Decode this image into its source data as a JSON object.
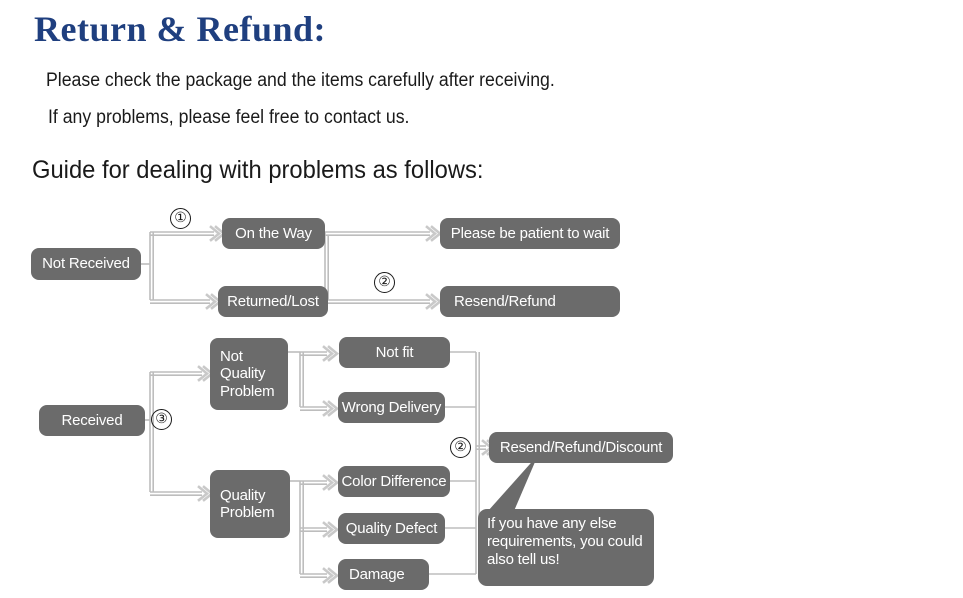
{
  "page": {
    "background_color": "#ffffff",
    "node_color": "#6b6b6b",
    "node_text_color": "#ffffff",
    "connector_color": "#bdbdbd",
    "title_color": "#1f3f7f"
  },
  "header": {
    "title": "Return & Refund:",
    "intro_line_1": "Please check the package and the items carefully after receiving.",
    "intro_line_2": "If any problems, please feel free to contact us.",
    "guide_heading": "Guide for dealing with problems as follows:"
  },
  "flowchart": {
    "nodes": {
      "not_received": "Not Received",
      "on_the_way": "On the Way",
      "returned_lost": "Returned/Lost",
      "please_be_patient": "Please be patient to wait",
      "resend_refund": "Resend/Refund",
      "received": "Received",
      "not_quality_problem": "Not\nQuality\nProblem",
      "quality_problem": "Quality\nProblem",
      "not_fit": "Not fit",
      "wrong_delivery": "Wrong Delivery",
      "color_difference": "Color Difference",
      "quality_defect": "Quality Defect",
      "damage": "Damage",
      "resend_refund_discount": "Resend/Refund/Discount"
    },
    "steps": {
      "step_1": "①",
      "step_2_top": "②",
      "step_3": "③",
      "step_2_bottom": "②"
    },
    "callout": "If you have any else requirements, you could also tell us!"
  }
}
